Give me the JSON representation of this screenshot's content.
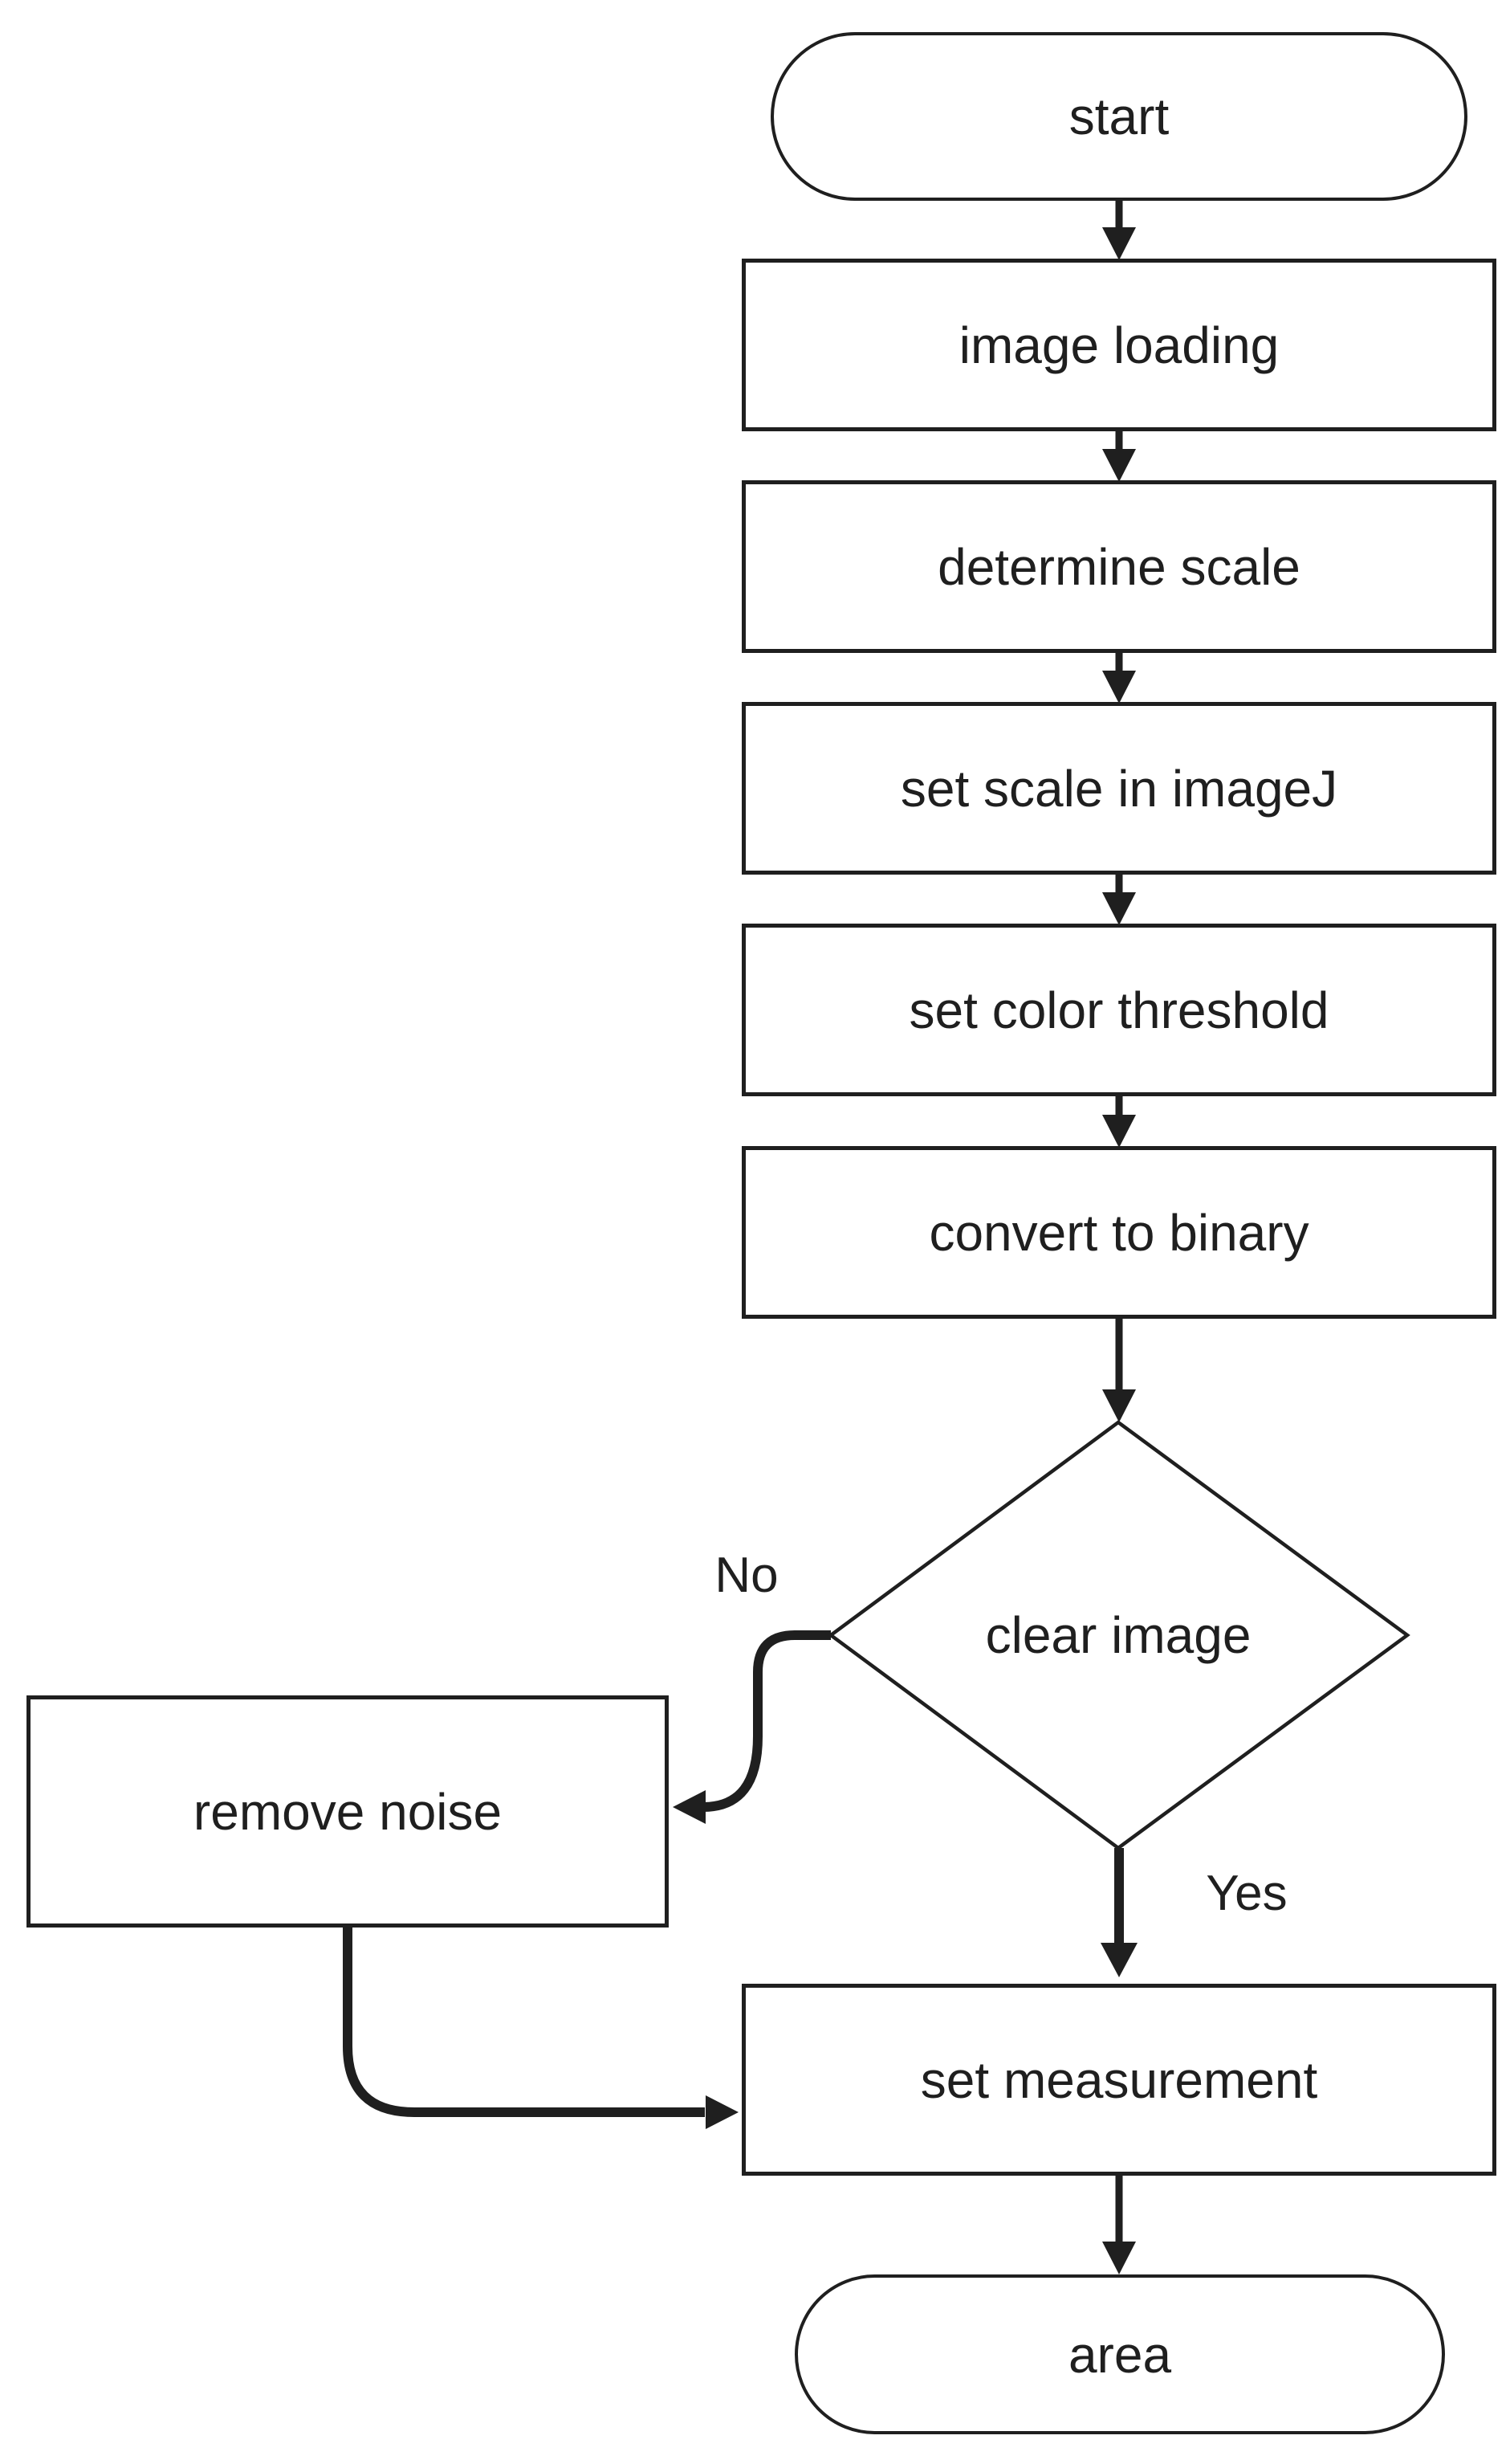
{
  "diagram": {
    "type": "flowchart",
    "background_color": "#ffffff",
    "line_color": "#1f1f1f",
    "nodes": [
      {
        "id": "start",
        "label": "start",
        "shape": "terminator"
      },
      {
        "id": "image_loading",
        "label": "image loading",
        "shape": "process"
      },
      {
        "id": "determine_scale",
        "label": "determine scale",
        "shape": "process"
      },
      {
        "id": "set_scale_in_imagej",
        "label": "set scale in imageJ",
        "shape": "process"
      },
      {
        "id": "set_color_threshold",
        "label": "set color threshold",
        "shape": "process"
      },
      {
        "id": "convert_to_binary",
        "label": "convert to binary",
        "shape": "process"
      },
      {
        "id": "clear_image",
        "label": "clear image",
        "shape": "decision"
      },
      {
        "id": "remove_noise",
        "label": "remove noise",
        "shape": "process"
      },
      {
        "id": "set_measurement",
        "label": "set measurement",
        "shape": "process"
      },
      {
        "id": "area",
        "label": "area",
        "shape": "terminator"
      }
    ],
    "edges": [
      {
        "from": "start",
        "to": "image_loading",
        "label": ""
      },
      {
        "from": "image_loading",
        "to": "determine_scale",
        "label": ""
      },
      {
        "from": "determine_scale",
        "to": "set_scale_in_imagej",
        "label": ""
      },
      {
        "from": "set_scale_in_imagej",
        "to": "set_color_threshold",
        "label": ""
      },
      {
        "from": "set_color_threshold",
        "to": "convert_to_binary",
        "label": ""
      },
      {
        "from": "convert_to_binary",
        "to": "clear_image",
        "label": ""
      },
      {
        "from": "clear_image",
        "to": "remove_noise",
        "label": "No"
      },
      {
        "from": "clear_image",
        "to": "set_measurement",
        "label": "Yes"
      },
      {
        "from": "remove_noise",
        "to": "set_measurement",
        "label": ""
      },
      {
        "from": "set_measurement",
        "to": "area",
        "label": ""
      }
    ]
  }
}
